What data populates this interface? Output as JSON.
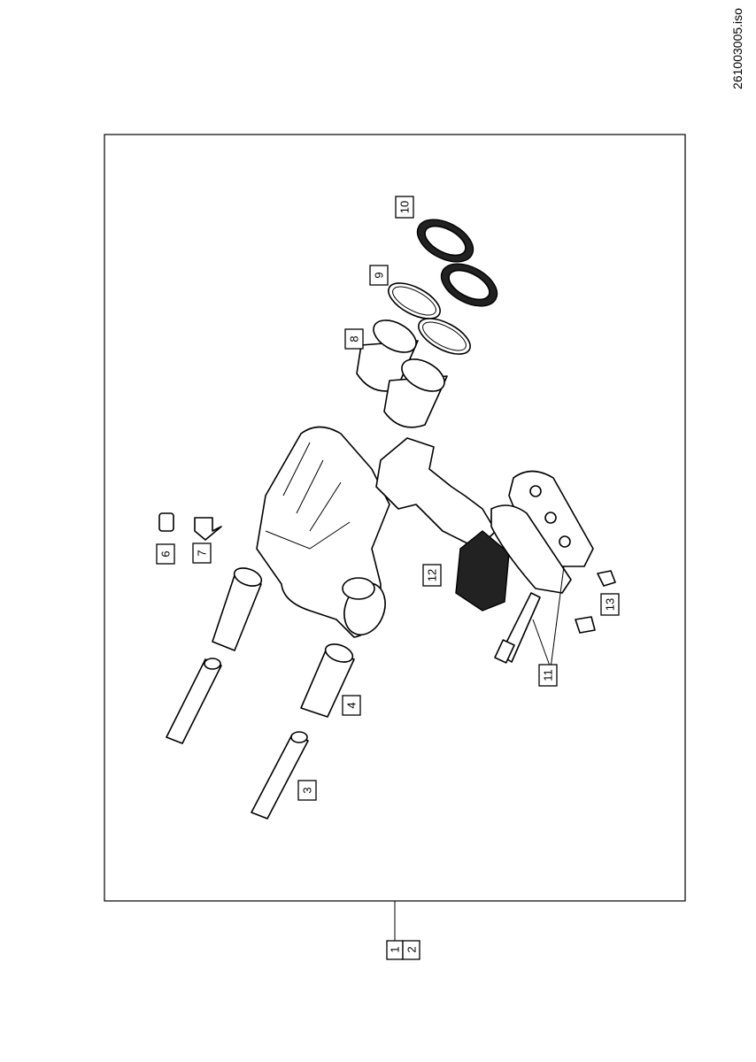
{
  "drawing_id": "261003005.iso",
  "callouts": {
    "c1": "1",
    "c2": "2",
    "c3": "3",
    "c4": "4",
    "c6": "6",
    "c7": "7",
    "c8": "8",
    "c9": "9",
    "c10": "10",
    "c11": "11",
    "c12": "12",
    "c13": "13"
  }
}
